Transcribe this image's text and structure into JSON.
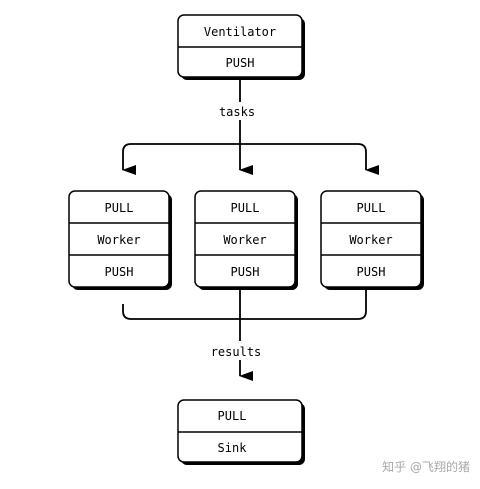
{
  "nodes": {
    "ventilator": {
      "rows": [
        "Ventilator",
        "PUSH"
      ]
    },
    "worker_left": {
      "rows": [
        "PULL",
        "Worker",
        "PUSH"
      ]
    },
    "worker_center": {
      "rows": [
        "PULL",
        "Worker",
        "PUSH"
      ]
    },
    "worker_right": {
      "rows": [
        "PULL",
        "Worker",
        "PUSH"
      ]
    },
    "sink": {
      "rows": [
        "PULL",
        "Sink"
      ]
    }
  },
  "edges": {
    "tasks_label": "tasks",
    "results_label": "results"
  },
  "watermark": "知乎 @飞翔的猪",
  "colors": {
    "stroke": "#000000",
    "background": "#ffffff",
    "watermark": "#a8a8a8"
  }
}
